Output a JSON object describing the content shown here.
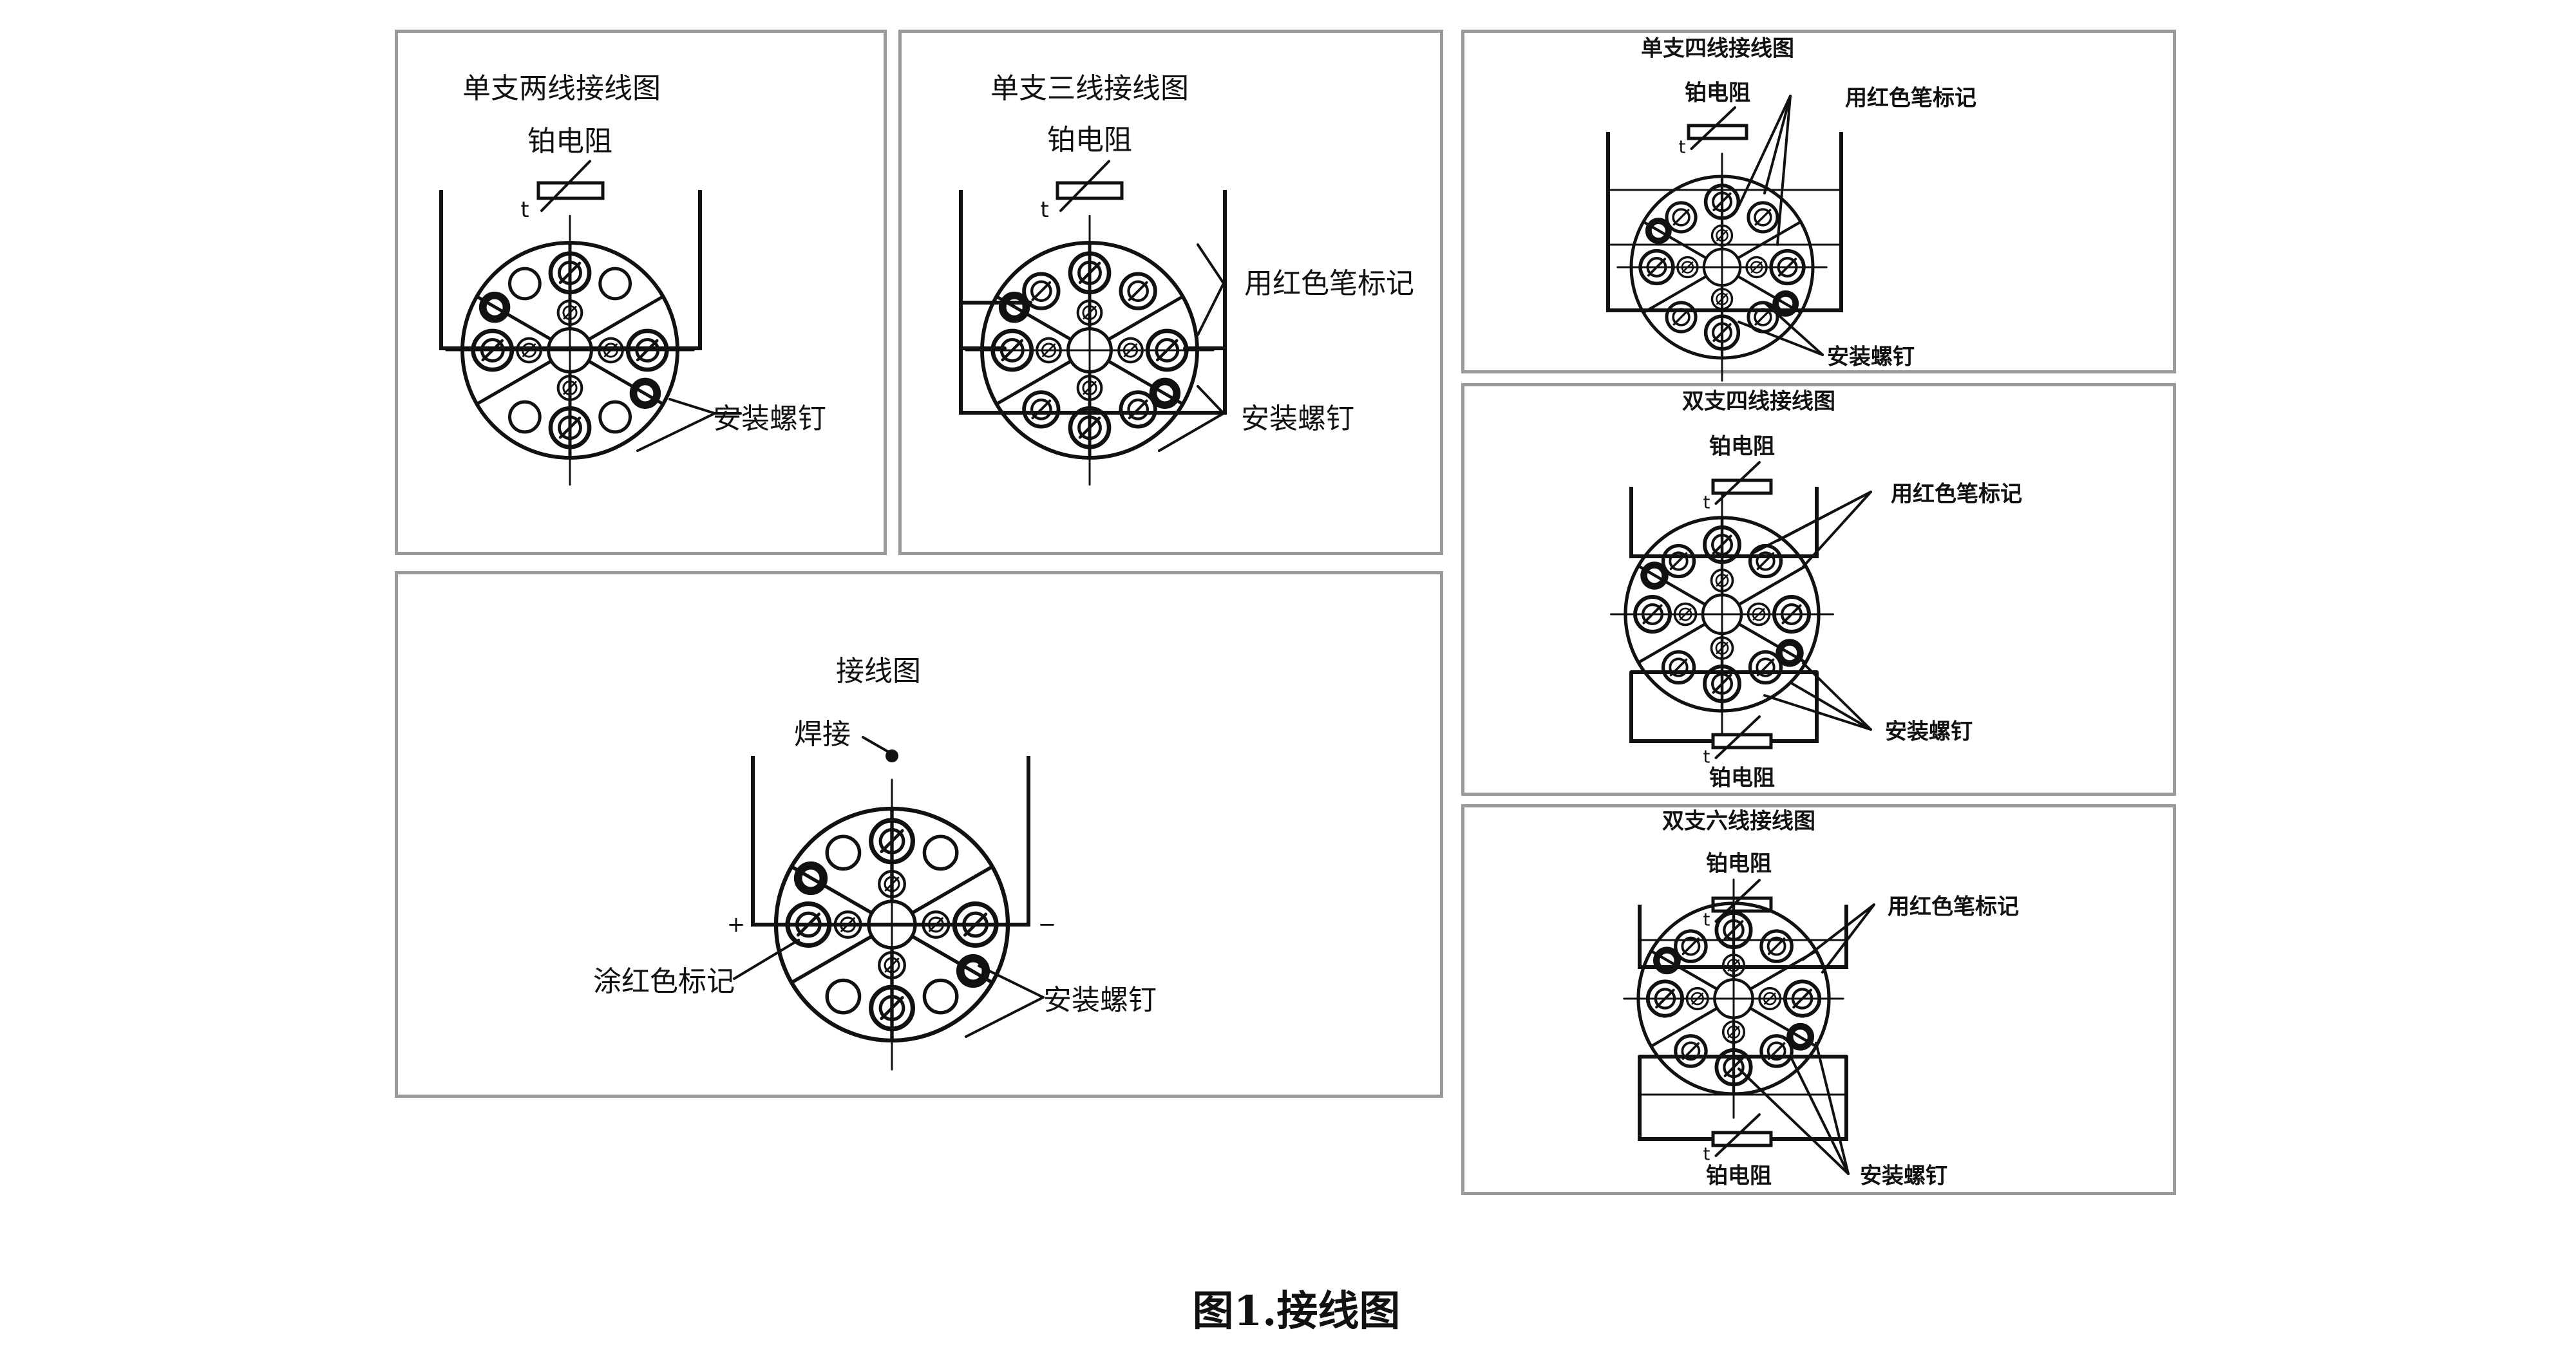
{
  "panels": {
    "single_two_wire": {
      "title": "单支两线接线图",
      "resistor": "铂电阻",
      "t": "t",
      "screw": "安装螺钉"
    },
    "single_three_wire": {
      "title": "单支三线接线图",
      "resistor": "铂电阻",
      "t": "t",
      "red_mark": "用红色笔标记",
      "screw": "安装螺钉"
    },
    "wiring": {
      "title": "接线图",
      "weld": "焊接",
      "plus": "+",
      "minus": "−",
      "red_mark": "涂红色标记",
      "screw": "安装螺钉"
    },
    "single_four_wire": {
      "title": "单支四线接线图",
      "resistor": "铂电阻",
      "t": "t",
      "red_mark": "用红色笔标记",
      "screw": "安装螺钉"
    },
    "double_four_wire": {
      "title": "双支四线接线图",
      "resistor_top": "铂电阻",
      "resistor_bottom": "铂电阻",
      "t": "t",
      "red_mark": "用红色笔标记",
      "screw": "安装螺钉"
    },
    "double_six_wire": {
      "title": "双支六线接线图",
      "resistor_top": "铂电阻",
      "resistor_bottom": "铂电阻",
      "t": "t",
      "red_mark": "用红色笔标记",
      "screw": "安装螺钉"
    }
  },
  "caption": "图1.接线图"
}
